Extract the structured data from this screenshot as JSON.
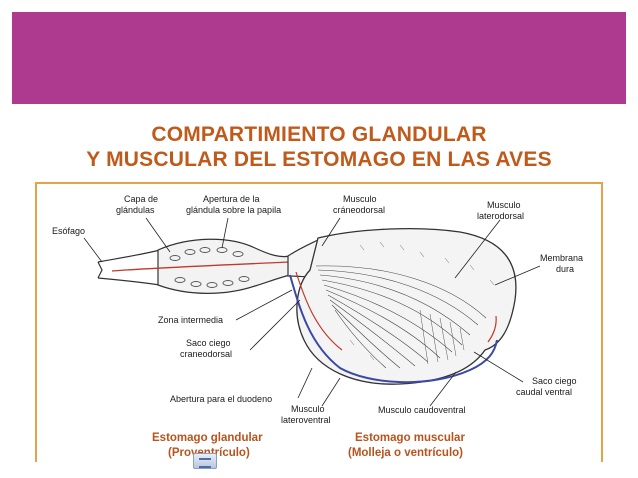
{
  "slide": {
    "banner_color": "#ad3a8f",
    "title_color": "#c05a1b",
    "frame_color": "#e2a349"
  },
  "title": {
    "line1": "COMPARTIMIENTO GLANDULAR",
    "line2": "Y MUSCULAR  DEL ESTOMAGO EN LAS AVES"
  },
  "labels": {
    "capa_1": "Capa de",
    "capa_2": "glándulas",
    "apertura_1": "Apertura de la",
    "apertura_2": "glándula sobre la papila",
    "musculo_cd_1": "Musculo",
    "musculo_cd_2": "cráneodorsal",
    "musculo_ld_1": "Musculo",
    "musculo_ld_2": "laterodorsal",
    "esofago": "Esófago",
    "membrana_1": "Membrana",
    "membrana_2": "dura",
    "zona": "Zona intermedia",
    "saco_cd_1": "Saco ciego",
    "saco_cd_2": "craneodorsal",
    "saco_cv_1": "Saco ciego",
    "saco_cv_2": "caudal ventral",
    "abertura": "Abertura para el duodeno",
    "musculo_lv_1": "Musculo",
    "musculo_lv_2": "lateroventral",
    "musculo_cv": "Musculo caudoventral"
  },
  "captions": {
    "glandular_1": "Estomago glandular",
    "glandular_2": "(Proventrículo)",
    "muscular_1": "Estomago muscular",
    "muscular_2": "(Molleja o ventrículo)"
  }
}
